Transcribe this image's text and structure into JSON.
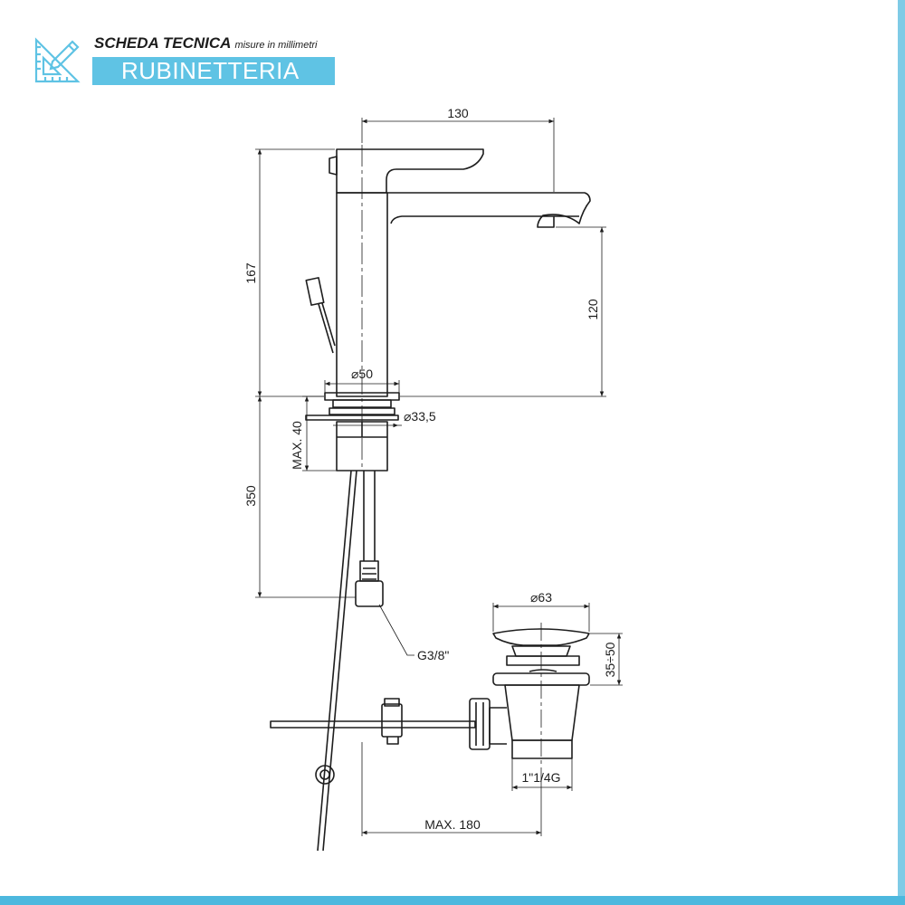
{
  "header": {
    "title": "SCHEDA TECNICA",
    "subtitle": "misure in millimetri",
    "category": "RUBINETTERIA"
  },
  "dimensions": {
    "spout_reach": "130",
    "overall_height": "167",
    "spout_height": "120",
    "body_diameter": "⌀50",
    "hole_diameter": "⌀33,5",
    "max_deck_thickness": "MAX. 40",
    "hose_length": "350",
    "hose_thread": "G3/8\"",
    "drain_diameter": "⌀63",
    "drain_height_range": "35÷50",
    "drain_thread": "1\"1/4G",
    "max_rod_length": "MAX. 180"
  },
  "colors": {
    "accent": "#5fc3e4",
    "line": "#1d1d1d"
  }
}
